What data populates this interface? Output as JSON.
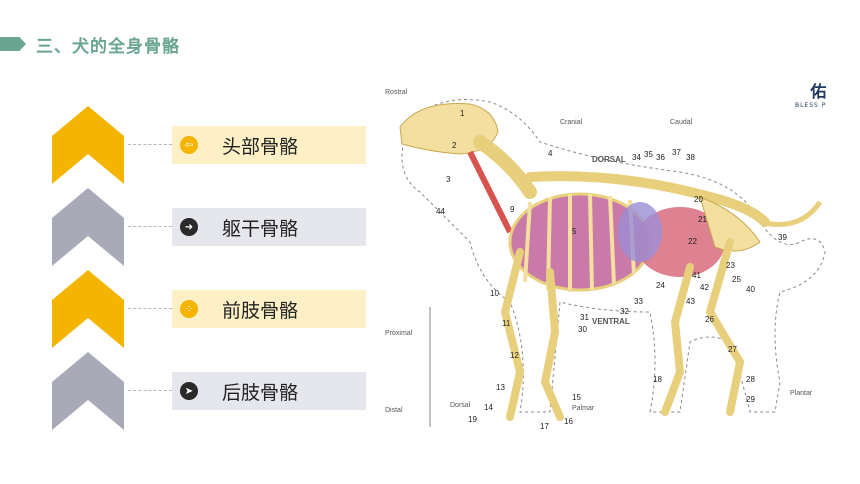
{
  "title": "三、犬的全身骨骼",
  "items": [
    {
      "label": "头部骨骼",
      "icon": "exit-icon"
    },
    {
      "label": "躯干骨骼",
      "icon": "arrow-right-icon"
    },
    {
      "label": "前肢骨骼",
      "icon": "grid-dots-icon"
    },
    {
      "label": "后肢骨骼",
      "icon": "send-icon"
    }
  ],
  "colors": {
    "accent_green": "#6aa592",
    "yellow": "#f5b400",
    "gray_chevron": "#a8aab8",
    "yellow_box": "#fdf0c7",
    "gray_box": "#e6e6ed"
  },
  "figure": {
    "labels": {
      "rostral": "Rostral",
      "cranial": "Cranial",
      "caudal": "Caudal",
      "dorsal": "DORSAL",
      "ventral": "VENTRAL",
      "proximal": "Proximal",
      "distal": "Distal",
      "palmar": "Palmar",
      "plantar": "Plantar",
      "dorsal_small": "Dorsal"
    },
    "numbers": [
      "1",
      "2",
      "3",
      "4",
      "5",
      "9",
      "10",
      "11",
      "12",
      "13",
      "14",
      "15",
      "16",
      "17",
      "18",
      "19",
      "20",
      "21",
      "22",
      "23",
      "24",
      "25",
      "26",
      "27",
      "28",
      "29",
      "30",
      "31",
      "32",
      "33",
      "34",
      "35",
      "36",
      "37",
      "38",
      "39",
      "40",
      "41",
      "42",
      "43",
      "44"
    ]
  },
  "logo": {
    "main": "佑",
    "sub": "BLESS P"
  }
}
